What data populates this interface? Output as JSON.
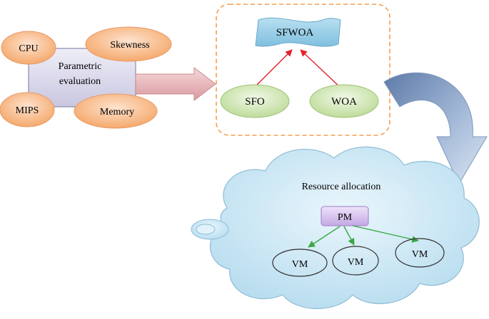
{
  "parametric": {
    "center_label_line1": "Parametric",
    "center_label_line2": "evaluation",
    "params": [
      "CPU",
      "Skewness",
      "MIPS",
      "Memory"
    ]
  },
  "optimizer": {
    "hybrid": "SFWOA",
    "inputs": [
      "SFO",
      "WOA"
    ]
  },
  "cloud": {
    "title": "Resource allocation",
    "pm": "PM",
    "vms": [
      "VM",
      "VM",
      "VM"
    ]
  },
  "colors": {
    "param_fill": "#f8b88a",
    "box_fill": "#d9d6ea",
    "banner_fill": "#9fd0e6",
    "algo_fill": "#dcedc6",
    "dashed_border": "#f59d4d",
    "red_arrow": "#e8202a",
    "green_arrow": "#3aa845",
    "cloud_fill": "#cfe9f6",
    "pm_fill": "#d7c2ef",
    "big_arrow_pink": "#e8b4b8",
    "big_arrow_blue": "#9fb4d2"
  }
}
